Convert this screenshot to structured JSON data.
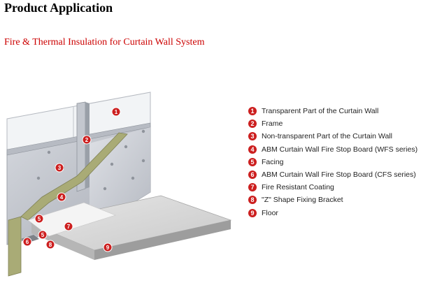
{
  "page": {
    "heading": "Product Application",
    "subheading": "Fire & Thermal Insulation for Curtain Wall System"
  },
  "legend": [
    {
      "number": "1",
      "label": "Transparent Part of the Curtain Wall"
    },
    {
      "number": "2",
      "label": "Frame"
    },
    {
      "number": "3",
      "label": "Non-transparent Part of the Curtain Wall"
    },
    {
      "number": "4",
      "label": "ABM Curtain Wall Fire Stop Board (WFS series)"
    },
    {
      "number": "5",
      "label": "Facing"
    },
    {
      "number": "6",
      "label": "ABM Curtain Wall Fire Stop Board (CFS series)"
    },
    {
      "number": "7",
      "label": "Fire Resistant Coating"
    },
    {
      "number": "8",
      "label": "\"Z\" Shape Fixing Bracket"
    },
    {
      "number": "9",
      "label": "Floor"
    }
  ],
  "figure_markers": [
    "1",
    "2",
    "3",
    "4",
    "5",
    "5",
    "6",
    "7",
    "8",
    "9"
  ],
  "colors": {
    "heading": "#000000",
    "subheading": "#cc0000",
    "badge": "#cc1f1f",
    "panel": "#c9ccd2",
    "board": "#a8aa7a",
    "floor": "#d8d8d8"
  }
}
